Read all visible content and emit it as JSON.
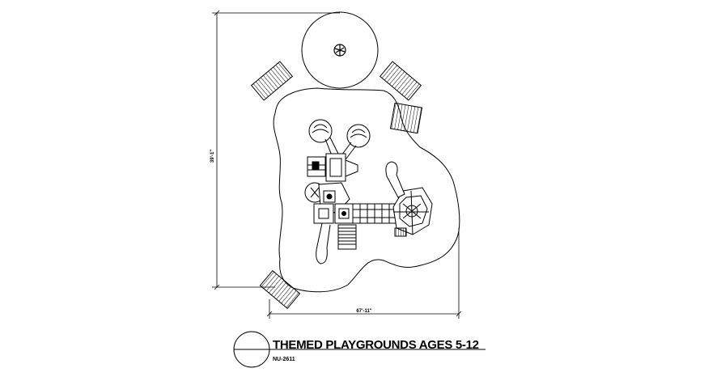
{
  "drawing": {
    "title": "THEMED PLAYGROUNDS AGES 5-12",
    "code": "NU-2611",
    "dim_vertical": "39'-1\"",
    "dim_horizontal": "67'-11\""
  },
  "colors": {
    "line": "#000000",
    "background": "#ffffff"
  }
}
